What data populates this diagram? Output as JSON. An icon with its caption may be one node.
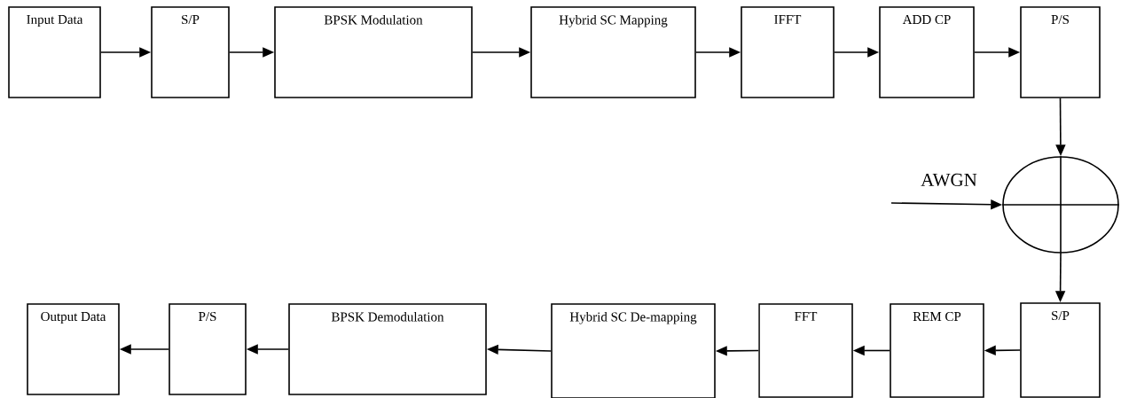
{
  "diagram": {
    "nodes": [
      {
        "text": [
          "Input Data"
        ]
      },
      {
        "text": [
          "S/P"
        ]
      },
      {
        "text": [
          "BPSK Modulation"
        ]
      },
      {
        "text": [
          "Hybrid SC Mapping"
        ]
      },
      {
        "text": [
          "IFFT"
        ]
      },
      {
        "text": [
          "ADD CP"
        ]
      },
      {
        "text": [
          "P/S"
        ]
      },
      {
        "text": [],
        "shape": "circle"
      },
      {
        "text": [
          "S/P"
        ]
      },
      {
        "text": [
          "REM CP"
        ]
      },
      {
        "text": [
          "FFT"
        ]
      },
      {
        "text": [
          "Hybrid SC De-mapping"
        ]
      },
      {
        "text": [
          "BPSK Demodulation"
        ]
      },
      {
        "text": [
          "P/S"
        ]
      },
      {
        "text": [
          "Output Data"
        ]
      }
    ],
    "edges": [
      {
        "from": 0,
        "to": 1,
        "arrow": "to"
      },
      {
        "from": 1,
        "to": 2,
        "arrow": "to"
      },
      {
        "from": 2,
        "to": 3,
        "arrow": "to"
      },
      {
        "from": 3,
        "to": 4,
        "arrow": "to"
      },
      {
        "from": 4,
        "to": 5,
        "arrow": "to"
      },
      {
        "from": 5,
        "to": 6,
        "arrow": "to"
      },
      {
        "from": 6,
        "to": 7,
        "arrow": "to"
      },
      {
        "from": null,
        "to": 7,
        "arrow": "to",
        "label": "AWGN"
      },
      {
        "from": 7,
        "to": 8,
        "arrow": "to"
      },
      {
        "from": 8,
        "to": 9,
        "arrow": "to"
      },
      {
        "from": 9,
        "to": 10,
        "arrow": "to"
      },
      {
        "from": 10,
        "to": 11,
        "arrow": "to"
      },
      {
        "from": 11,
        "to": 12,
        "arrow": "to"
      },
      {
        "from": 12,
        "to": 13,
        "arrow": "to"
      },
      {
        "from": 13,
        "to": 14,
        "arrow": "to"
      }
    ]
  }
}
